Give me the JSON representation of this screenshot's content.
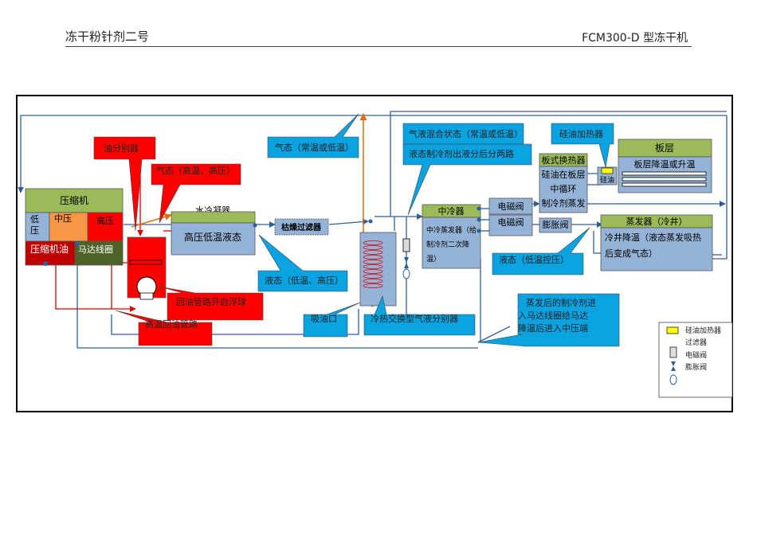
{
  "header": {
    "title_left": "冻干粉针剂二号",
    "title_right": "FCM300-D 型冻干机"
  },
  "colors": {
    "flow_line": "#2e5d9e",
    "callout_blue": "#0aa3e2",
    "callout_red": "#ff0000",
    "box_green": "#9bbb59",
    "box_lightblue": "#95b3d7",
    "compressor_orange": "#f79646",
    "oil_darkred": "#c00000",
    "motor_olive": "#4f6228",
    "heater_yellow": "#ffff00"
  },
  "compressor": {
    "title": "压缩机",
    "low": "低",
    "pressure_char": "压",
    "mid": "中压",
    "high": "高压",
    "oil": "压缩机油",
    "motor": "马达线圈"
  },
  "callouts": {
    "oil_separator": "油分别器",
    "gas_high": "气态（高温、高压）",
    "water_condenser": "水冷凝器",
    "gas_normal": "气态（常温或低温）",
    "liquid_hp": "液态（低温、高压）",
    "float_valve": "回油管路开启浮球",
    "hot_oil_return": "高温回油管路",
    "suction_port": "吸油口",
    "heat_exchanger": "冷热交换型气液分别器",
    "mixed_state": "气液混合状态（常温或低温）",
    "liquid_split": "液态制冷剂出液分后分两路",
    "silicone_heater_top": "硅油加热器",
    "liquid_lp": "液态（低温控压）",
    "evap_return": "蒸发后的制冷剂进入马达线圈给马达降温后进入中压端"
  },
  "boxes": {
    "condenser_body": "高压低温液态",
    "dry_filter": "枯燥过滤器",
    "intercooler_title": "中冷器",
    "intercooler_body": "中冷蒸发器（给制冷剂二次降温）",
    "solenoid_1": "电磁阀",
    "solenoid_2": "电磁阀",
    "expansion_valve": "膨胀阀",
    "plate_hx_title": "板式换热器",
    "plate_hx_line1": "硅油在板层",
    "plate_hx_line2": "中循环",
    "plate_hx_line3": "制冷剂蒸发",
    "silicone_oil_small": "硅油",
    "shelf_title": "板层",
    "shelf_body": "板层降温或升温",
    "evaporator_title": "蒸发器（冷井）",
    "evaporator_body": "冷井降温（液态蒸发吸热后变成气态）"
  },
  "legend": {
    "heater": "硅油加热器",
    "filter": "过滤器",
    "solenoid": "电磁阀",
    "expansion": "膨胀阀"
  }
}
